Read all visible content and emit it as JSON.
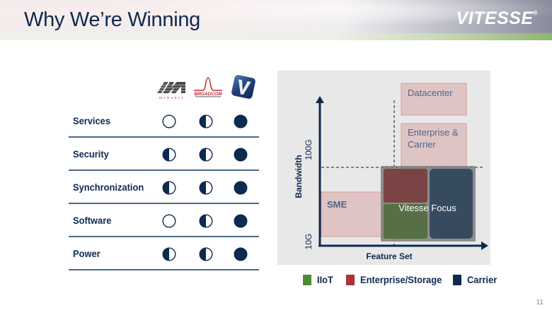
{
  "header": {
    "title": "Why We’re Winning",
    "brand": "VITESSE",
    "brand_mark": "®"
  },
  "comparison": {
    "vendors": [
      {
        "name": "Marvell",
        "logo_text": "MARVELL",
        "icon": "marvell-logo"
      },
      {
        "name": "Broadcom",
        "logo_text": "BROADCOM",
        "icon": "broadcom-logo"
      },
      {
        "name": "Vitesse",
        "logo_text": "V",
        "icon": "vitesse-logo"
      }
    ],
    "rows": [
      {
        "label": "Services",
        "ratings": [
          "empty",
          "half",
          "full"
        ]
      },
      {
        "label": "Security",
        "ratings": [
          "half",
          "half",
          "full"
        ]
      },
      {
        "label": "Synchronization",
        "ratings": [
          "half",
          "half",
          "full"
        ]
      },
      {
        "label": "Software",
        "ratings": [
          "empty",
          "half",
          "full"
        ]
      },
      {
        "label": "Power",
        "ratings": [
          "half",
          "half",
          "full"
        ]
      }
    ]
  },
  "chart": {
    "y_axis_label": "Bandwidth",
    "x_axis_label": "Feature Set",
    "y_ticks": [
      "10G",
      "100G"
    ],
    "segments": [
      {
        "label": "Datacenter"
      },
      {
        "label": "Enterprise &",
        "label2": "Carrier"
      },
      {
        "label": "SME"
      }
    ],
    "focus_label": "Vitesse Focus"
  },
  "legend": [
    {
      "label": "IIoT",
      "color": "#4f8a34"
    },
    {
      "label": "Enterprise/Storage",
      "color": "#a83434"
    },
    {
      "label": "Carrier",
      "color": "#0d2a4f"
    }
  ],
  "colors": {
    "navy": "#0d2a4f",
    "segment_fill": "#dfc4c4",
    "segment_border": "#d89a9a",
    "focus_enterprise": "#7a4444",
    "focus_iiot": "#566f45",
    "focus_carrier": "#374b5e"
  },
  "page_number": "11"
}
